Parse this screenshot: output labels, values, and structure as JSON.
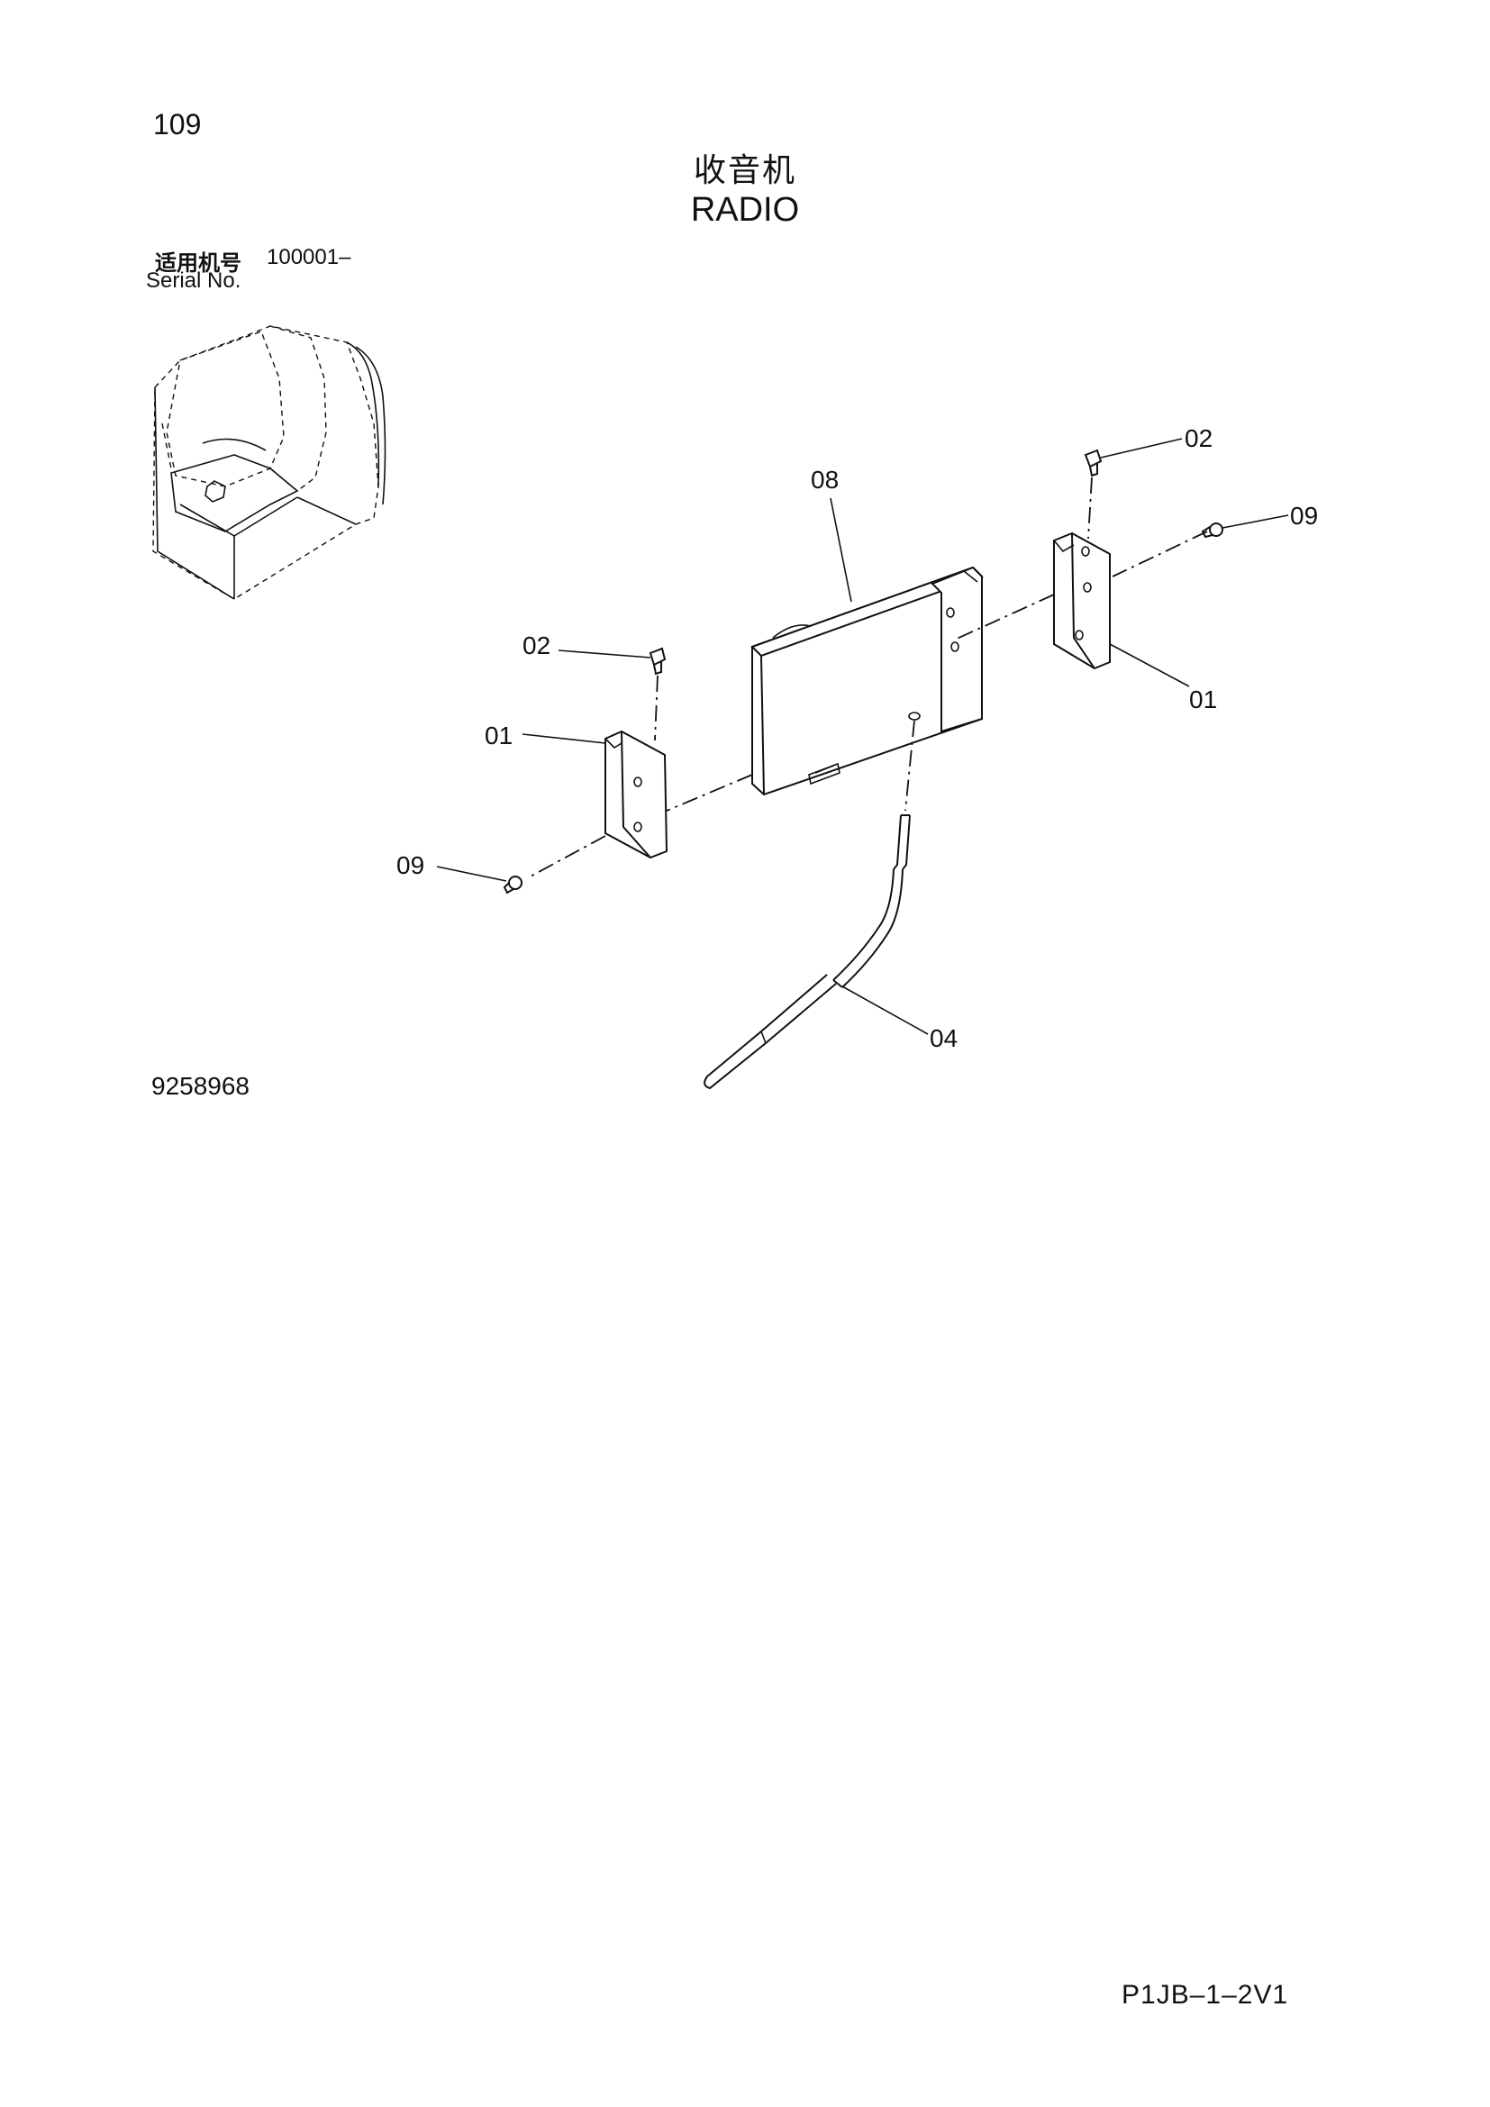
{
  "header": {
    "page_number": "109",
    "title_cn": "收音机",
    "title_en": "RADIO",
    "serial_label_cn": "适用机号",
    "serial_value": "100001–",
    "serial_label_en": "Serial No."
  },
  "callouts": {
    "c02_right": "02",
    "c09_right": "09",
    "c08": "08",
    "c01_right": "01",
    "c02_left": "02",
    "c01_left": "01",
    "c09_left": "09",
    "c04": "04"
  },
  "footer": {
    "drawing_number": "9258968",
    "page_code": "P1JB–1–2V1"
  }
}
